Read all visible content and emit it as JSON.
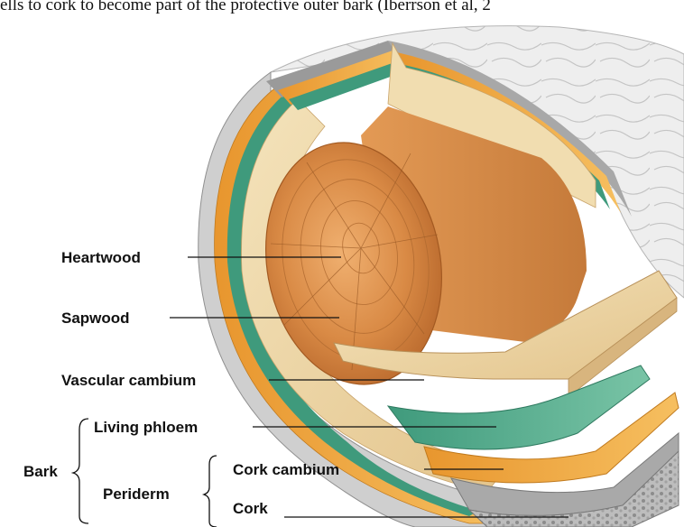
{
  "caption_fragment": "ells to cork to become part of the protective outer bark (Iberrson et al, 2",
  "labels": {
    "heartwood": "Heartwood",
    "sapwood": "Sapwood",
    "vascular_cambium": "Vascular cambium",
    "living_phloem": "Living phloem",
    "bark": "Bark",
    "periderm": "Periderm",
    "cork_cambium": "Cork cambium",
    "cork": "Cork"
  },
  "colors": {
    "heartwood": "#d98a45",
    "sapwood": "#efd9a8",
    "vascular_cambium": "#4fa88a",
    "living_phloem": "#f0a640",
    "cork_cambium": "#9c9c9c",
    "cork": "#cfcfcf"
  }
}
